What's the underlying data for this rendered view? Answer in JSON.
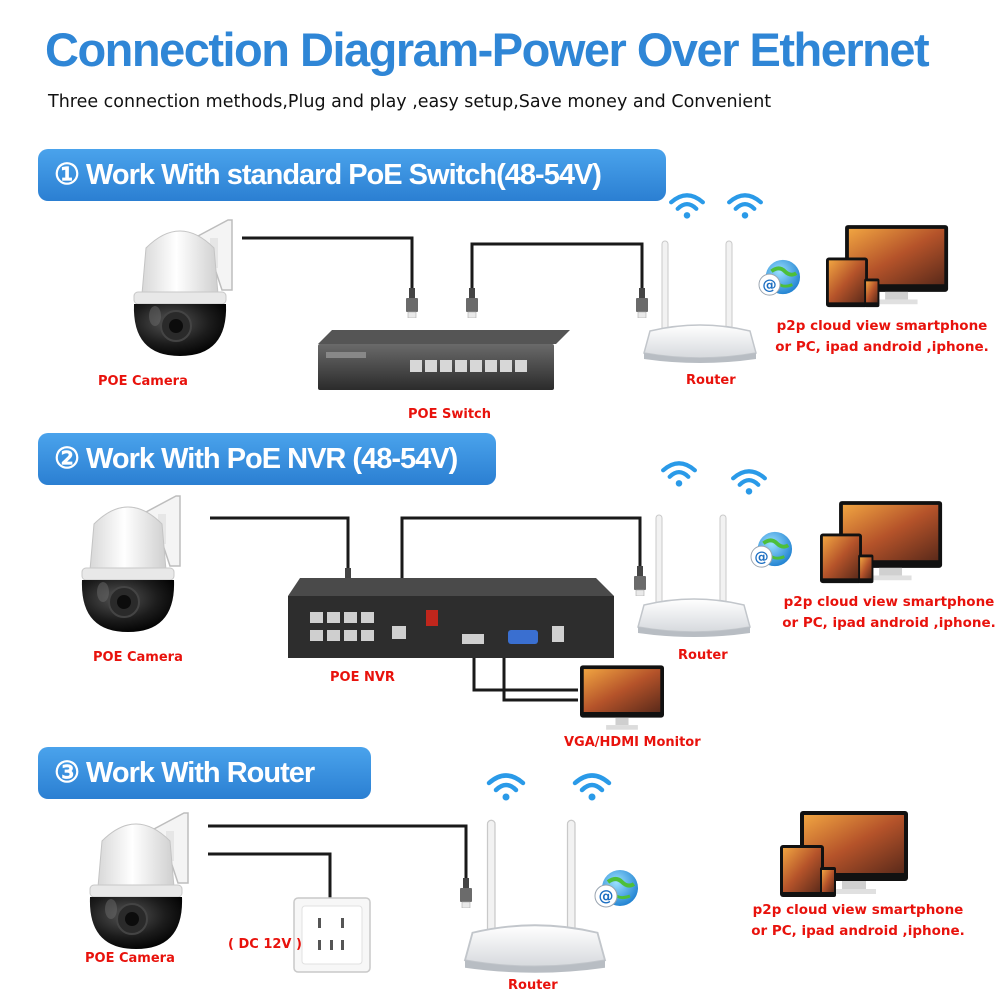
{
  "header": {
    "title": "Connection Diagram-Power Over Ethernet",
    "subtitle": "Three connection methods,Plug and play ,easy setup,Save money and Convenient"
  },
  "methods": [
    {
      "banner": "① Work With standard PoE Switch(48-54V)",
      "camera_label": "POE Camera",
      "device_label": "POE Switch",
      "router_label": "Router",
      "cloud_line1": "p2p cloud  view smartphone",
      "cloud_line2": "or PC, ipad android ,iphone."
    },
    {
      "banner": "② Work With PoE NVR (48-54V)",
      "camera_label": "POE Camera",
      "device_label": "POE NVR",
      "monitor_label": "VGA/HDMI Monitor",
      "router_label": "Router",
      "cloud_line1": "p2p cloud  view smartphone",
      "cloud_line2": "or PC, ipad android ,iphone."
    },
    {
      "banner": "③ Work With Router",
      "camera_label": "POE Camera",
      "power_label": "( DC 12V )",
      "router_label": "Router",
      "cloud_line1": "p2p cloud  view smartphone",
      "cloud_line2": "or PC, ipad android ,iphone."
    }
  ],
  "colors": {
    "title_blue": "#2f86d6",
    "banner_blue": "#3a92e0",
    "label_red": "#e8120c",
    "wifi_blue": "#2a9ae8"
  },
  "icons": [
    "camera-icon",
    "poe-switch-icon",
    "nvr-icon",
    "router-icon",
    "wifi-icon",
    "globe-at-icon",
    "devices-icon",
    "monitor-icon",
    "power-outlet-icon",
    "rj45-plug-icon"
  ]
}
